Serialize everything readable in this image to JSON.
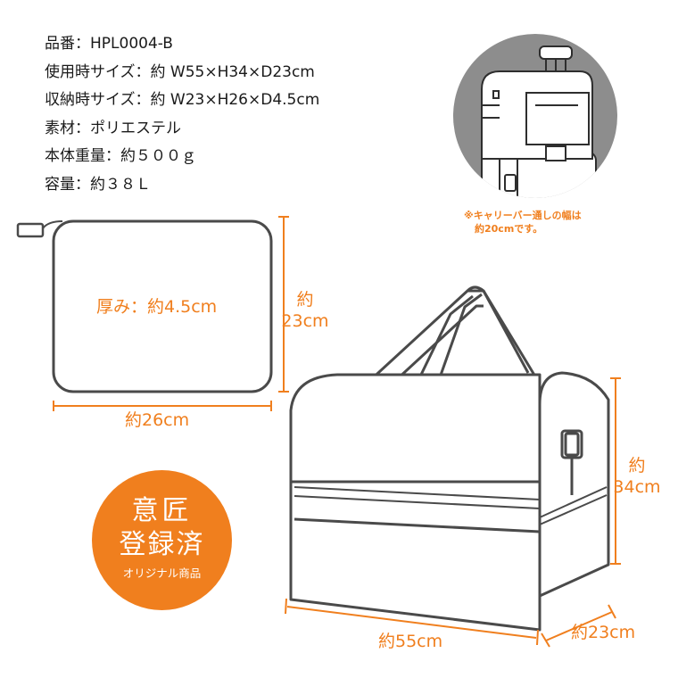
{
  "specs": [
    {
      "label": "品番：HPL0004-B"
    },
    {
      "label": "使用時サイズ：約 W55×H34×D23cm"
    },
    {
      "label": "収納時サイズ：約 W23×H26×D4.5cm"
    },
    {
      "label": "素材：ポリエステル"
    },
    {
      "label": "本体重量：約５００ｇ"
    },
    {
      "label": "容量：約３８Ｌ"
    }
  ],
  "folded": {
    "thickness": "厚み：約4.5cm",
    "height_line1": "約",
    "height_line2": "23cm",
    "width": "約26cm"
  },
  "bag": {
    "height_line1": "約",
    "height_line2": "34cm",
    "width": "約55cm",
    "depth": "約23cm"
  },
  "note": {
    "line1": "※キャリーバー通しの幅は",
    "line2": "約20cmです。"
  },
  "badge": {
    "line1": "意匠",
    "line2": "登録済",
    "line3": "オリジナル商品"
  },
  "colors": {
    "accent": "#f07f1e",
    "outline": "#4a4a4a",
    "circle_bg": "#8d8d8d"
  }
}
